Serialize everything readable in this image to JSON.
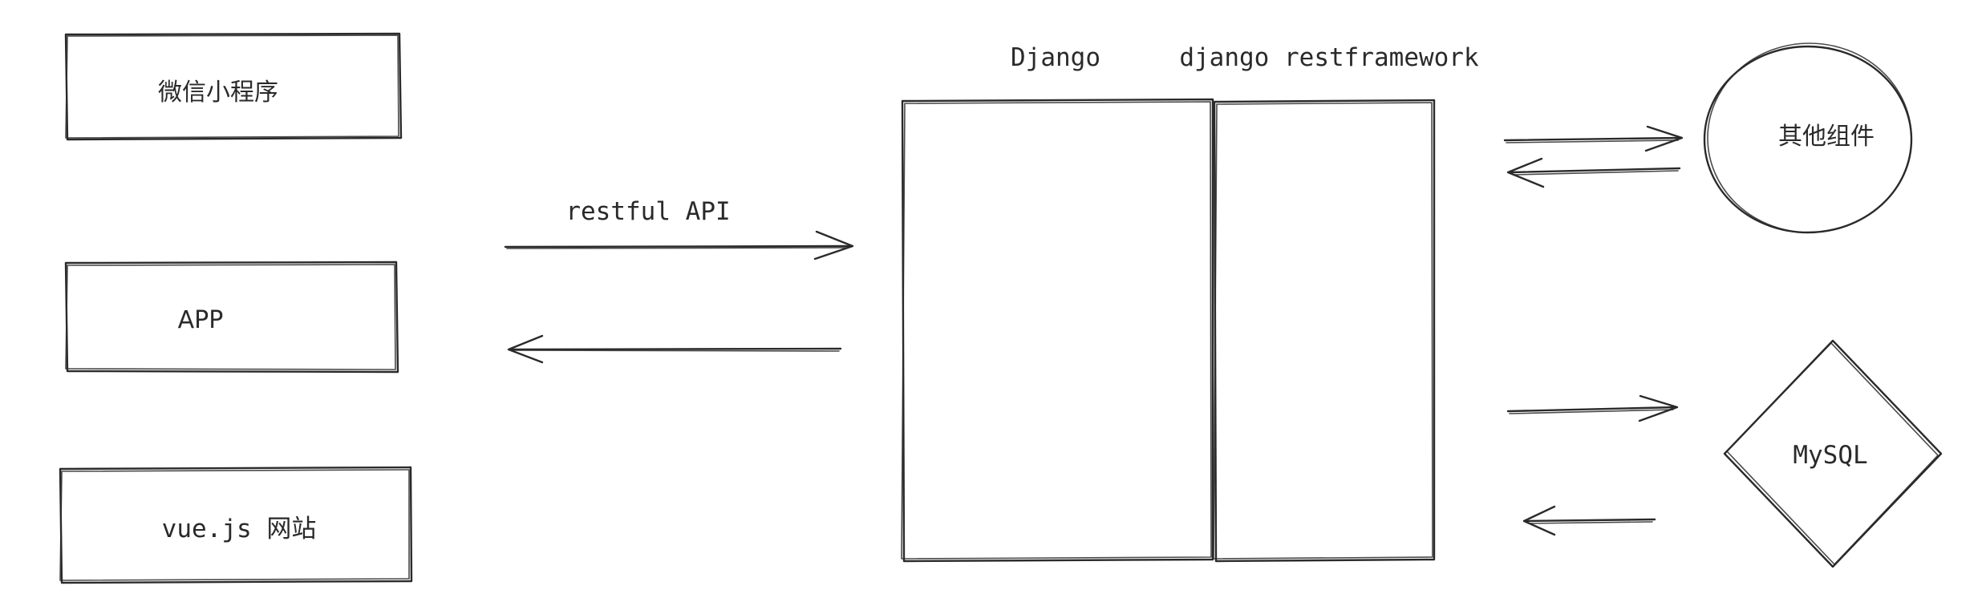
{
  "clients": {
    "wechat_label": "微信小程序",
    "app_label": "APP",
    "vue_label": "vue.js 网站"
  },
  "api": {
    "label": "restful API"
  },
  "server": {
    "django_label": "Django",
    "drf_label": "django restframework"
  },
  "services": {
    "other_label": "其他组件",
    "mysql_label": "MySQL"
  },
  "style": {
    "stroke_color": "#2a2a2a",
    "background": "#ffffff"
  }
}
